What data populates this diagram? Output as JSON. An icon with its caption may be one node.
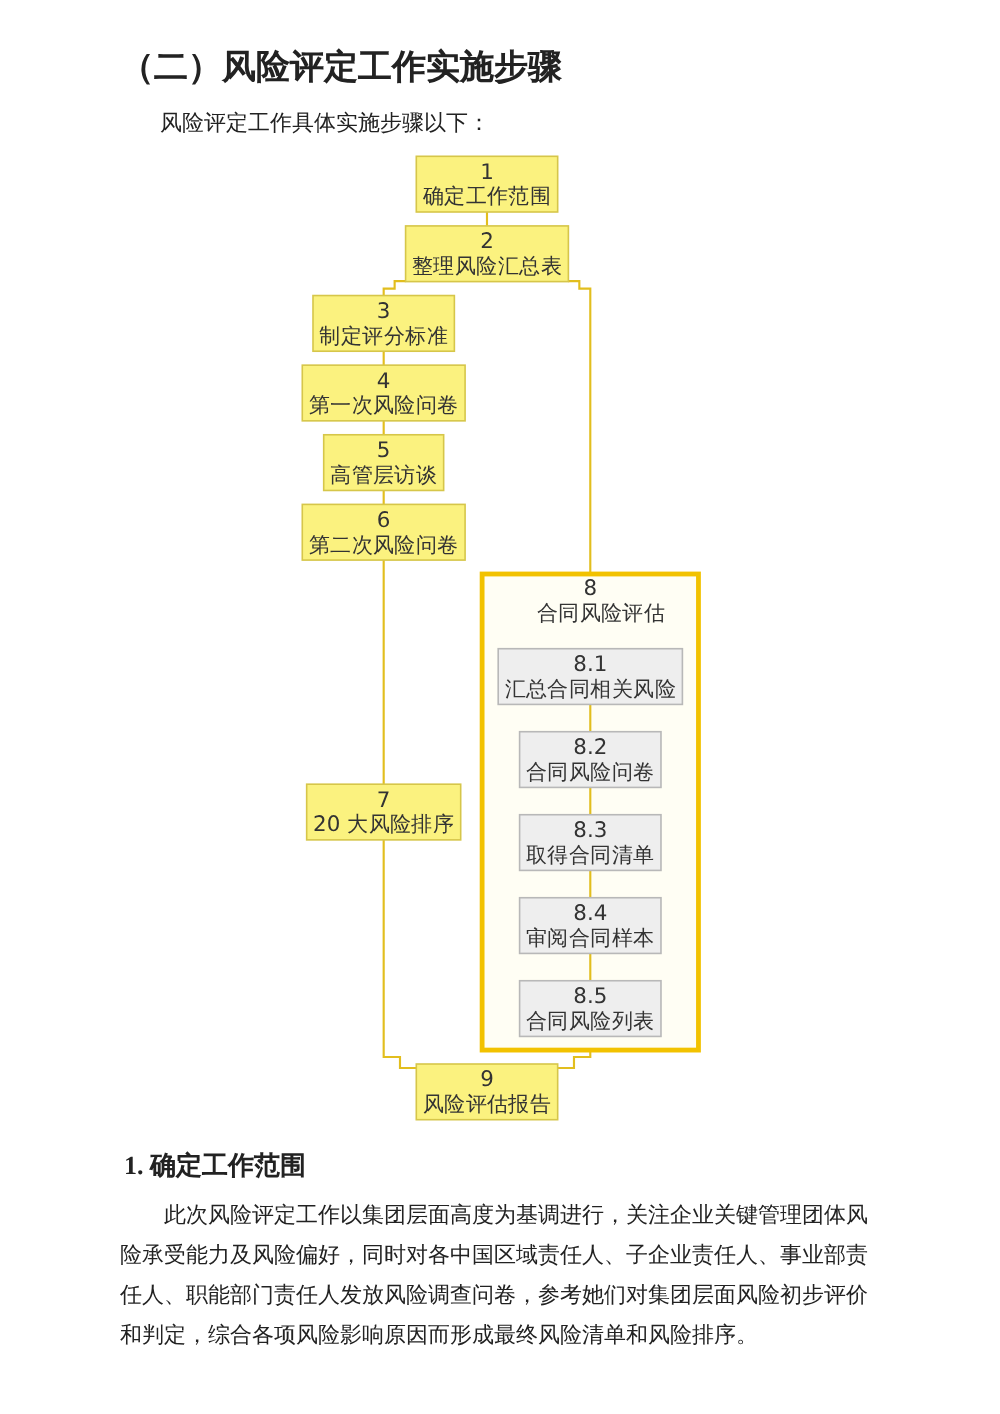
{
  "diagram": {
    "title": "（二）风险评定工作实施步骤",
    "nodes": [
      {
        "text": [
          "1",
          "确定工作范围"
        ]
      },
      {
        "text": [
          "2",
          "整理风险汇总表"
        ]
      },
      {
        "text": [
          "3",
          "制定评分标准"
        ]
      },
      {
        "text": [
          "4",
          "第一次风险问卷"
        ]
      },
      {
        "text": [
          "5",
          "高管层访谈"
        ]
      },
      {
        "text": [
          "6",
          "第二次风险问卷"
        ]
      },
      {
        "text": [
          "7",
          "20 大风险排序"
        ]
      },
      {
        "text": [
          "8",
          "合同风险评估"
        ]
      },
      {
        "text": [
          "8.1",
          "汇总合同相关风险"
        ],
        "in": 7
      },
      {
        "text": [
          "8.2",
          "合同风险问卷"
        ],
        "in": 7
      },
      {
        "text": [
          "8.3",
          "取得合同清单"
        ],
        "in": 7
      },
      {
        "text": [
          "8.4",
          "审阅合同样本"
        ],
        "in": 7
      },
      {
        "text": [
          "8.5",
          "合同风险列表"
        ],
        "in": 7
      },
      {
        "text": [
          "9",
          "风险评估报告"
        ]
      }
    ],
    "edges": [
      {
        "from": 0,
        "to": 1,
        "arrow": "none"
      },
      {
        "from": 1,
        "to": 2,
        "arrow": "none"
      },
      {
        "from": 2,
        "to": 3,
        "arrow": "none"
      },
      {
        "from": 3,
        "to": 4,
        "arrow": "none"
      },
      {
        "from": 4,
        "to": 5,
        "arrow": "none"
      },
      {
        "from": 5,
        "to": 6,
        "arrow": "none"
      },
      {
        "from": 6,
        "to": 13,
        "arrow": "none"
      },
      {
        "from": 1,
        "to": 7,
        "arrow": "none"
      },
      {
        "from": 8,
        "to": 9,
        "arrow": "none"
      },
      {
        "from": 9,
        "to": 10,
        "arrow": "none"
      },
      {
        "from": 10,
        "to": 11,
        "arrow": "none"
      },
      {
        "from": 11,
        "to": 12,
        "arrow": "none"
      },
      {
        "from": 7,
        "to": 13,
        "arrow": "none"
      }
    ],
    "labels": [
      "风险评定工作具体实施步骤以下：",
      "1. 确定工作范围",
      "此次风险评定工作以集团层面高度为基调进行，关注企业关键管理团体风险承受能力及风险偏好，同时对各中国区域责任人、子企业责任人、事业部责任人、职能部门责任人发放风险调查问卷，参考她们对集团层面风险初步评价和判定，综合各项风险影响原因而形成最终风险清单和风险排序。"
    ]
  }
}
